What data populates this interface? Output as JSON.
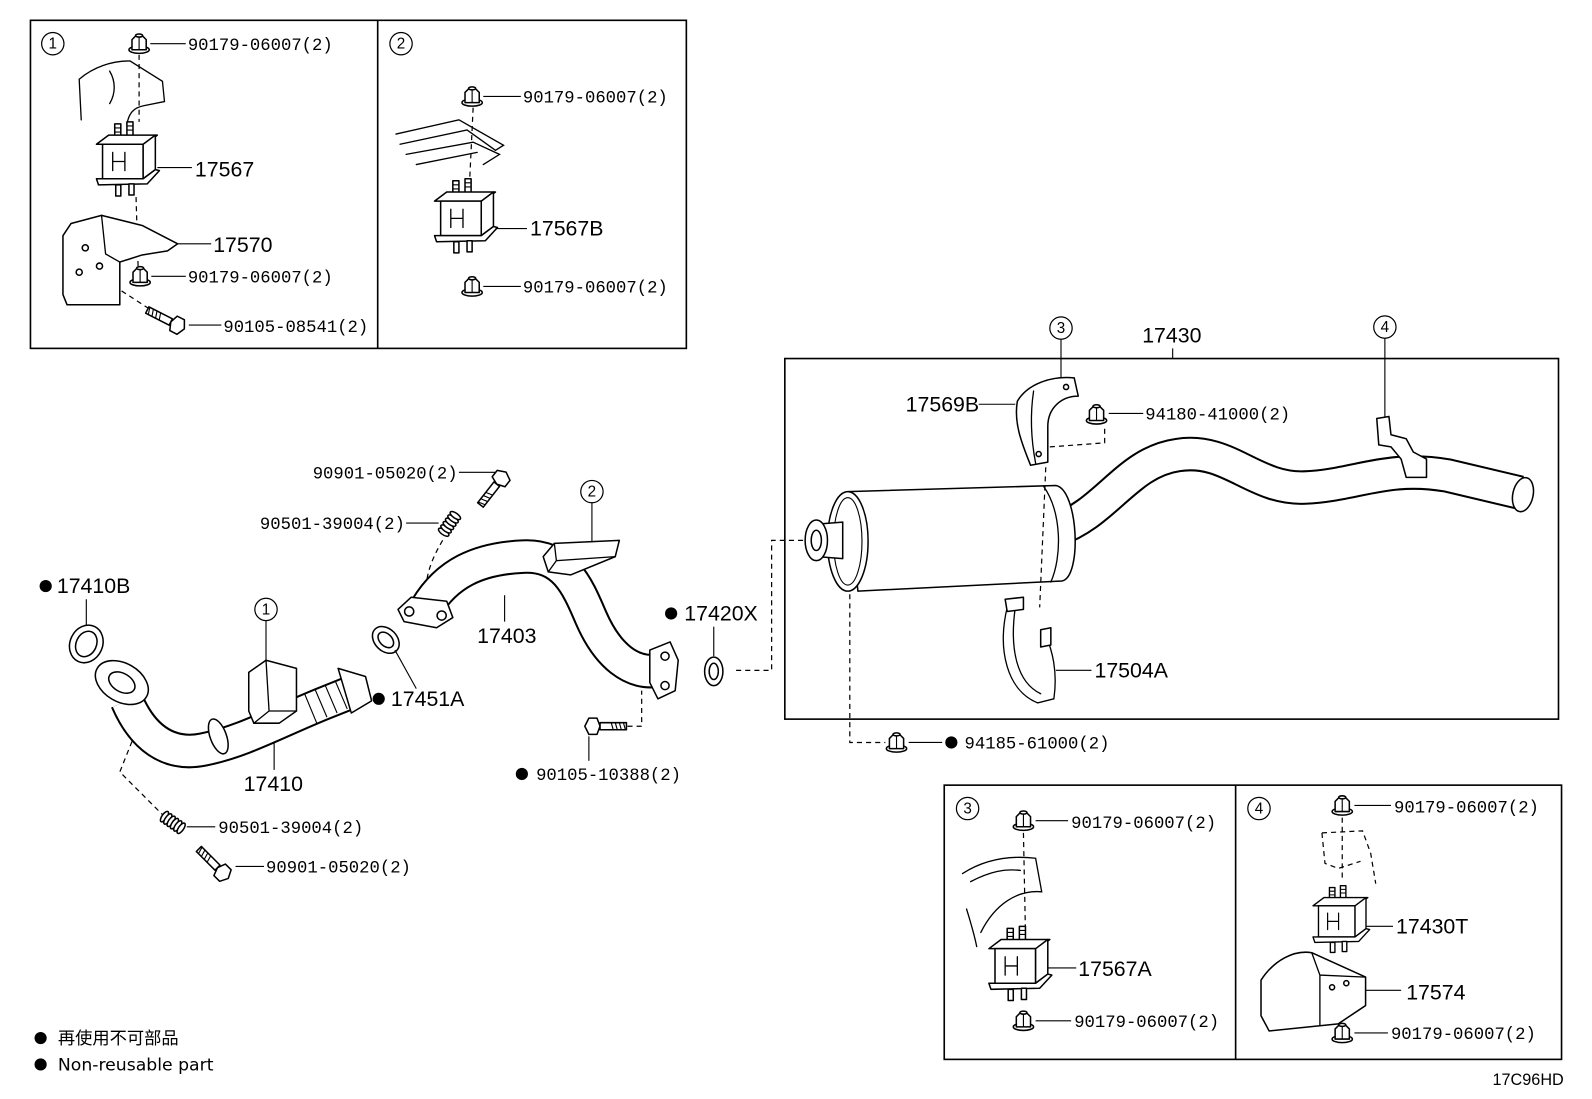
{
  "colors": {
    "line": "#000000",
    "background": "#ffffff",
    "non_reusable_mark": "#000000"
  },
  "diagram_code": "17C96HD",
  "legend": {
    "japanese": "再使用不可部品",
    "english": "Non-reusable part"
  },
  "inset_1": {
    "marker": "1",
    "upper_nut": "90179-06007(2)",
    "mount": "17567",
    "bracket": "17570",
    "lower_nut": "90179-06007(2)",
    "bolt": "90105-08541(2)"
  },
  "inset_2": {
    "marker": "2",
    "upper_nut": "90179-06007(2)",
    "mount": "17567B",
    "lower_nut": "90179-06007(2)"
  },
  "inset_3": {
    "marker": "3",
    "upper_nut": "90179-06007(2)",
    "mount": "17567A",
    "lower_nut": "90179-06007(2)"
  },
  "inset_4": {
    "marker": "4",
    "upper_nut": "90179-06007(2)",
    "mount": "17430T",
    "bracket": "17574",
    "lower_nut": "90179-06007(2)"
  },
  "main": {
    "front_gasket": {
      "part": "17410B",
      "non_reusable": true
    },
    "front_pipe": {
      "part": "17410",
      "marker": "1"
    },
    "front_spring": "90501-39004(2)",
    "front_bolt": "90901-05020(2)",
    "joint_gasket": {
      "part": "17451A",
      "non_reusable": true
    },
    "center_bolt": "90901-05020(2)",
    "center_spring": "90501-39004(2)",
    "center_pipe": {
      "part": "17403",
      "marker": "2"
    },
    "center_flange_bolt": {
      "part": "90105-10388(2)",
      "non_reusable": true
    },
    "rear_gasket": {
      "part": "17420X",
      "non_reusable": true
    },
    "tail_pipe_assy": {
      "part": "17430",
      "front_marker": "3",
      "rear_marker": "4"
    },
    "hanger_bracket": "17569B",
    "hanger_nut": "94180-41000(2)",
    "clamp": "17504A",
    "flange_nut": {
      "part": "94185-61000(2)",
      "non_reusable": true
    }
  }
}
